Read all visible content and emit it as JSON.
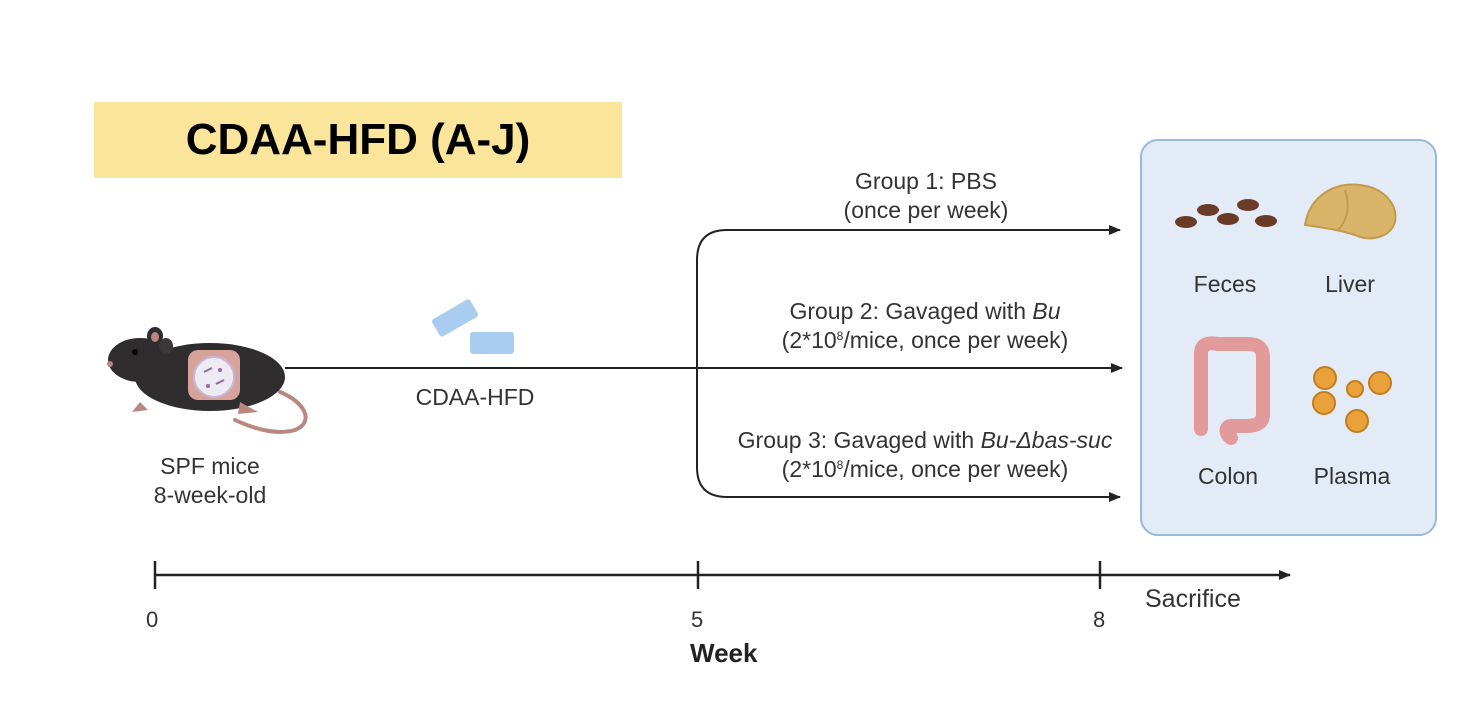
{
  "title": "CDAA-HFD (A-J)",
  "mouse": {
    "line1": "SPF mice",
    "line2": "8-week-old"
  },
  "diet_label": "CDAA-HFD",
  "groups": [
    {
      "line1_prefix": "Group 1: PBS",
      "line1_italic": "",
      "line2": "(once per week)"
    },
    {
      "line1_prefix": "Group 2: Gavaged with ",
      "line1_italic": "Bu",
      "line2_pre": "(2*10",
      "line2_sup": "8",
      "line2_post": "/mice, once per week)"
    },
    {
      "line1_prefix": "Group 3: Gavaged with ",
      "line1_italic": "Bu-Δbas-suc",
      "line2_pre": "(2*10",
      "line2_sup": "8",
      "line2_post": "/mice, once per week)"
    }
  ],
  "samples": [
    "Feces",
    "Liver",
    "Colon",
    "Plasma"
  ],
  "timeline": {
    "ticks": [
      "0",
      "5",
      "8"
    ],
    "end_label": "Sacrifice",
    "axis_label": "Week"
  },
  "colors": {
    "title_bg": "#fae59b",
    "sample_bg": "#e3ecf6",
    "sample_border": "#98b8dc",
    "pill": "#a9cdf0",
    "feces": "#6b3b2a",
    "liver": "#d9b56a",
    "colon": "#e29a9a",
    "plasma": "#e9a23b"
  },
  "icons": [
    "mouse-icon",
    "diet-pellet-icon",
    "feces-icon",
    "liver-icon",
    "colon-icon",
    "plasma-icon"
  ]
}
